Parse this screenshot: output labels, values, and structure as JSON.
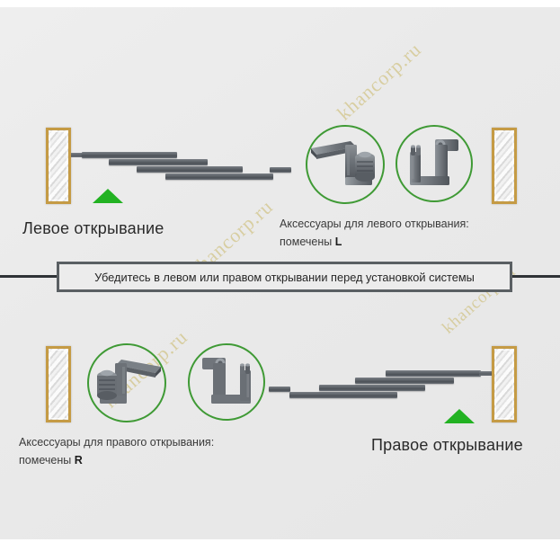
{
  "page": {
    "background_color": "#ffffff",
    "panel_color": "#eaeaea",
    "accent_green": "#3f9a35",
    "arrow_green": "#22b222",
    "frame_gold": "#c59b45",
    "rail_gray": "#5a5f65",
    "banner_border": "#5a5f63"
  },
  "top_section": {
    "heading": "Левое открывание",
    "accessory_caption_line1": "Аксессуары для левого открывания:",
    "accessory_caption_line2_prefix": "помечены ",
    "accessory_caption_line2_mark": "L"
  },
  "banner": {
    "text": "Убедитесь в левом или правом открывании перед установкой системы"
  },
  "bottom_section": {
    "heading": "Правое открывание",
    "accessory_caption_line1": "Аксессуары для правого открывания:",
    "accessory_caption_line2_prefix": "помечены ",
    "accessory_caption_line2_mark": "R"
  },
  "watermarks": {
    "text": "khancorp.ru",
    "count": 4
  },
  "icons": {
    "arrow_up": "triangle-up-icon",
    "mirror_leaf": "mirror-panel-icon",
    "rail": "sliding-rail-icon",
    "bracket_roller": "roller-bracket-icon",
    "bracket_pin": "pin-bracket-icon"
  }
}
